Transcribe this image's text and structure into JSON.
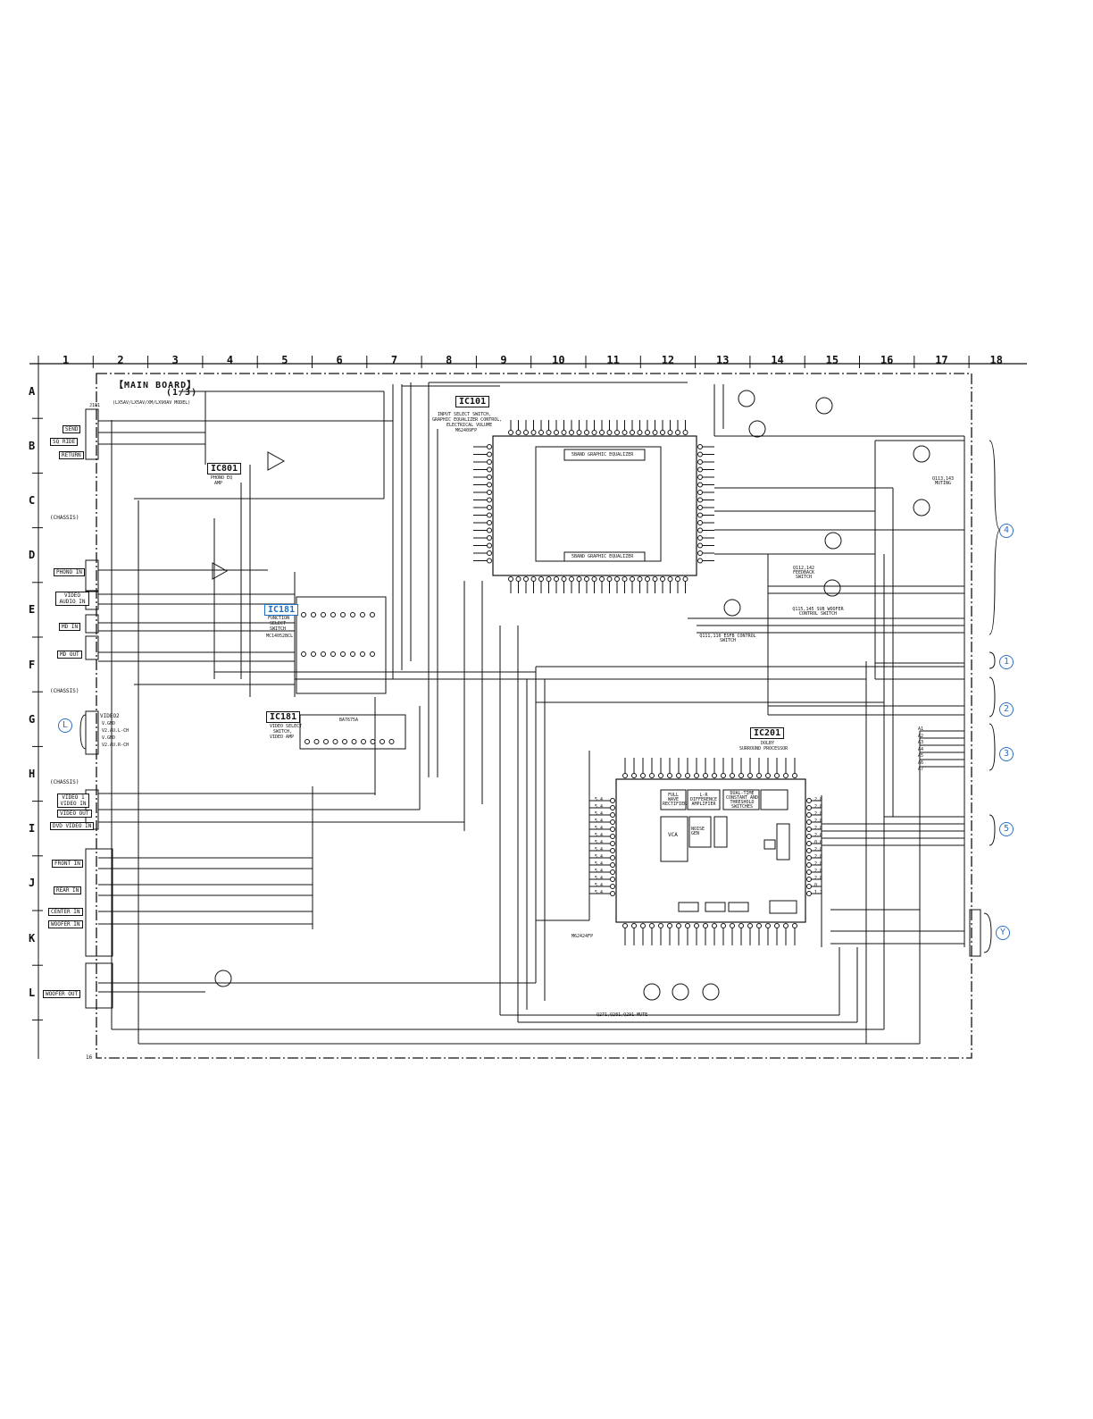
{
  "board": {
    "title": "【MAIN BOARD】",
    "part": "(1/3)",
    "model_note": "(LX5AV/LX5AV/XM/LX90AV MODEL)",
    "page": "16"
  },
  "grid": {
    "columns": [
      "1",
      "2",
      "3",
      "4",
      "5",
      "6",
      "7",
      "8",
      "9",
      "10",
      "11",
      "12",
      "13",
      "14",
      "15",
      "16",
      "17",
      "18"
    ],
    "rows": [
      "A",
      "B",
      "C",
      "D",
      "E",
      "F",
      "G",
      "H",
      "I",
      "J",
      "K",
      "L"
    ]
  },
  "ics": {
    "ic101": {
      "tag": "IC101",
      "line1": "INPUT SELECT SWITCH,",
      "line2": "GRAPHIC EQUALIZER CONTROL,",
      "line3": "ELECTRICAL VOLUME",
      "part": "M62409FP"
    },
    "ic801": {
      "tag": "IC801",
      "line1": "PHONO EQ",
      "line2": "AMP"
    },
    "ic181a": {
      "tag": "IC181",
      "line1": "FUNCTION",
      "line2": "SELECT",
      "line3": "SWITCH",
      "part": "MC14052BCL"
    },
    "ic181b": {
      "tag": "IC181",
      "line1": "VIDEO SELECT",
      "line2": "SWITCH,",
      "line3": "VIDEO AMP",
      "part": "BA7675A"
    },
    "ic201": {
      "tag": "IC201",
      "line1": "DOLBY",
      "line2": "SURROUND PROCESSOR",
      "part": "M62424FP"
    }
  },
  "blocks": {
    "eq_upper": "5BAND GRAPHIC EQUALIZER",
    "eq_lower": "5BAND GRAPHIC EQUALIZER",
    "fullwave": "FULL WAVE RECTIFIER",
    "lr_diff": "L-R DIFFERENCE AMPLIFIER",
    "dual_time": "DUAL-TIME CONSTANT AND THRESHOLD SWITCHES",
    "vca": "VCA",
    "noise": "NOISE GEN",
    "q113": "Q113,143 MUTING",
    "q115": "Q115,145 SUB WOOFER CONTROL SWITCH",
    "q112": "Q112,142 FEEDBACK SWITCH",
    "q111": "Q111,116 ESFB CONTROL SWITCH",
    "q271": "Q271,Q281,Q291 MUTE"
  },
  "connectors": {
    "jack1": "J101",
    "sq_send": "SEND",
    "sq_return": "RETURN",
    "sq_ride": "SQ RIDE",
    "chassis1": "(CHASSIS)",
    "phono_in": "PHONO IN",
    "video_audio_in": "VIDEO AUDIO IN",
    "md_in": "MD IN",
    "md_out": "MD OUT",
    "chassis2": "(CHASSIS)",
    "video2": "VIDEO2",
    "chassis3": "(CHASSIS)",
    "video1_in": "VIDEO 1 VIDEO IN",
    "video_out": "VIDEO OUT",
    "dvd_video_in": "DVD VIDEO IN",
    "front_in": "FRONT IN",
    "rear_in": "REAR IN",
    "center_in": "CENTER IN",
    "woofer_in": "WOOFER IN",
    "woofer_out": "WOOFER OUT"
  },
  "video2_pins": [
    "V.GND",
    "V2.AU.L-CH",
    "V.GND",
    "V2.AU.R-CH"
  ],
  "right_labels": {
    "circle4": "4",
    "circle1": "1",
    "circle2": "2",
    "circle3": "3",
    "circle5": "5",
    "circleY": "Y",
    "circleL": "L"
  },
  "a_bus": [
    "A1",
    "A2",
    "A3",
    "A4",
    "A5",
    "A6",
    "A7"
  ],
  "ic201_right_vals": [
    "2.8",
    "2.8",
    "2.8",
    "2.8",
    "2.8",
    "2.6",
    "0.6",
    "2.8",
    "2.8",
    "2.8",
    "2.8",
    "2.8",
    "0",
    "1.1"
  ],
  "ic201_left_vals": [
    "5.4",
    "5.4",
    "5.4",
    "5.4",
    "5.4",
    "5.4",
    "5.4",
    "5.4",
    "5.4",
    "5.4",
    "5.4",
    "5.4",
    "5.4",
    "5.4"
  ],
  "colors": {
    "ink": "#111111",
    "accent": "#1a73c8",
    "circle": "#2f6fc4"
  }
}
